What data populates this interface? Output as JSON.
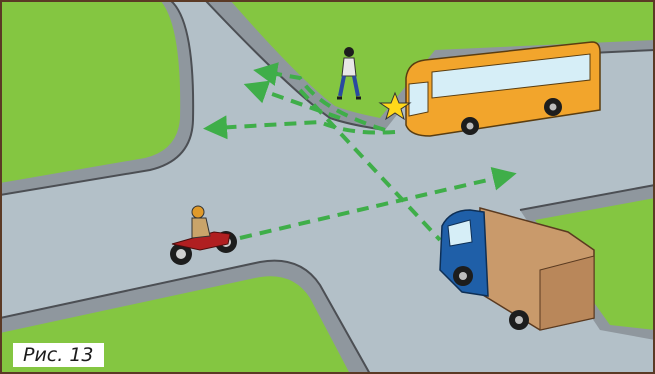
{
  "caption": "Рис. 13",
  "colors": {
    "grass": "#84c641",
    "road": "#b3c0c8",
    "sidewalk": "#8f979e",
    "curb_line": "#4c4f54",
    "route_arrow": "#3fae49",
    "bus_body": "#f2a52c",
    "bus_window": "#d6eef7",
    "truck_cab": "#1f5fa8",
    "truck_cargo": "#c99a6b",
    "motorcycle": "#b01f21",
    "star": "#ffd81a",
    "frame": "#5b3a25"
  },
  "icons": [
    "pedestrian-figure",
    "bus-vehicle",
    "truck-vehicle",
    "motorcycle-vehicle",
    "star-marker",
    "route-arrows"
  ]
}
